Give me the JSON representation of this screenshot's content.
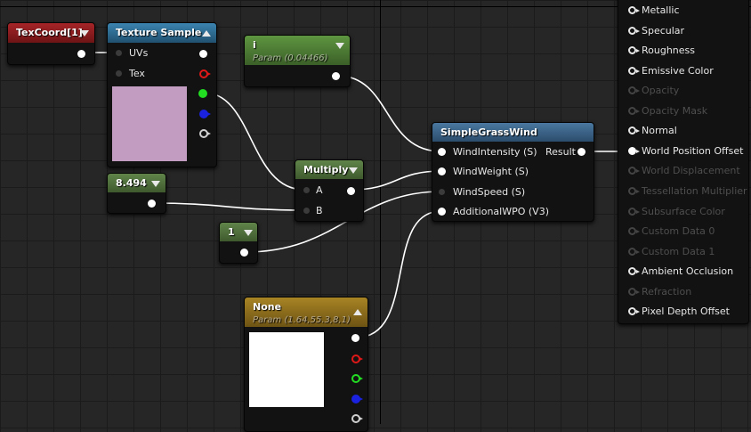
{
  "nodes": {
    "texcoord": {
      "title": "TexCoord[1]"
    },
    "texture_sample": {
      "title": "Texture Sample",
      "inputs": [
        "UVs",
        "Tex"
      ],
      "preview_color": "#c39cc2"
    },
    "param_i": {
      "title": "i",
      "subtitle": "Param (0.04466)"
    },
    "multiply": {
      "title": "Multiply",
      "inputs": [
        "A",
        "B"
      ]
    },
    "const_8494": {
      "title": "8.494"
    },
    "const_1": {
      "title": "1"
    },
    "simple_grass_wind": {
      "title": "SimpleGrassWind",
      "inputs": [
        "WindIntensity (S)",
        "WindWeight (S)",
        "WindSpeed (S)",
        "AdditionalWPO (V3)"
      ],
      "output": "Result"
    },
    "param_none": {
      "title": "None",
      "subtitle": "Param (1.64,55.3,8,1)",
      "preview_color": "#ffffff"
    }
  },
  "result_node": {
    "pins": [
      {
        "label": "Metallic",
        "enabled": true
      },
      {
        "label": "Specular",
        "enabled": true
      },
      {
        "label": "Roughness",
        "enabled": true
      },
      {
        "label": "Emissive Color",
        "enabled": true
      },
      {
        "label": "Opacity",
        "enabled": false
      },
      {
        "label": "Opacity Mask",
        "enabled": false
      },
      {
        "label": "Normal",
        "enabled": true
      },
      {
        "label": "World Position Offset",
        "enabled": true,
        "connected": true
      },
      {
        "label": "World Displacement",
        "enabled": false
      },
      {
        "label": "Tessellation Multiplier",
        "enabled": false
      },
      {
        "label": "Subsurface Color",
        "enabled": false
      },
      {
        "label": "Custom Data 0",
        "enabled": false
      },
      {
        "label": "Custom Data 1",
        "enabled": false
      },
      {
        "label": "Ambient Occlusion",
        "enabled": true
      },
      {
        "label": "Refraction",
        "enabled": false
      },
      {
        "label": "Pixel Depth Offset",
        "enabled": true
      }
    ]
  },
  "colors": {
    "texcoord_header": "#8c1b1d",
    "texture_header": "#2d6a8f",
    "param_header": "#4c7a33",
    "constant_header": "#4f6b37",
    "function_header": "#3a5f80",
    "vector_param_header": "#8c6a1e"
  },
  "icons": [
    "triangle-down-icon",
    "triangle-up-icon"
  ]
}
